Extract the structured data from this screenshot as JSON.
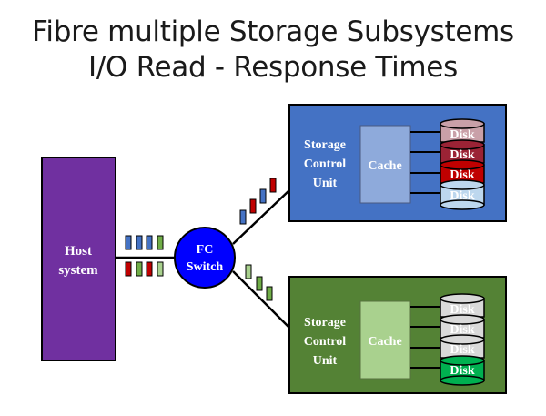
{
  "slide": {
    "title_line1": "Fibre multiple Storage Subsystems",
    "title_line2": "I/O Read - Response Times"
  },
  "host": {
    "label_line1": "Host",
    "label_line2": "system",
    "color": "#7030a0"
  },
  "fc_switch": {
    "label_line1": "FC",
    "label_line2": "Switch",
    "color": "#0000ff"
  },
  "storage_units": [
    {
      "id": "blue",
      "color": "#4472c4",
      "label_line1": "Storage",
      "label_line2": "Control",
      "label_line3": "Unit",
      "cache_label": "Cache",
      "disks": [
        "Disk",
        "Disk",
        "Disk",
        "Disk"
      ]
    },
    {
      "id": "green",
      "color": "#548235",
      "label_line1": "Storage",
      "label_line2": "Control",
      "label_line3": "Unit",
      "cache_label": "Cache",
      "disks": [
        "Disk",
        "Disk",
        "Disk",
        "Disk"
      ]
    }
  ],
  "colors": {
    "packet_blue": "#4472c4",
    "packet_green": "#70ad47",
    "packet_red": "#c00000",
    "packet_light_green": "#a9d18e",
    "disk_red_light": "#c9a0a8",
    "disk_red_dark": "#9b2335",
    "disk_red": "#c00000",
    "disk_blue": "#bdd7ee",
    "disk_grey": "#d9d9d9",
    "disk_green": "#00b050"
  }
}
